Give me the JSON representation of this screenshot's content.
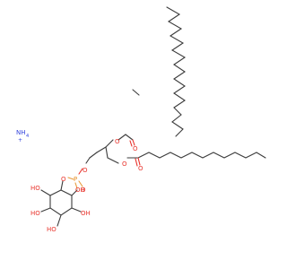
{
  "molecule": {
    "atom_labels": {
      "ammonium": "NH",
      "ammonium_h_sub": "4",
      "ammonium_charge": "+",
      "ester_o_upper": "O",
      "ester_o_lower": "O",
      "carbonyl_o_upper": "O",
      "carbonyl_o_lower": "O",
      "phosphate_o_link": "O",
      "phosphate_o_inositol": "O",
      "phosphorus": "P",
      "phosphate_o_double": "O",
      "phosphate_oh": "OH",
      "hydroxyl_1": "HO",
      "hydroxyl_2": "HO",
      "hydroxyl_3": "HO",
      "hydroxyl_4": "OH",
      "hydroxyl_5": "OH"
    },
    "colors": {
      "carbon": "#3b3b3b",
      "oxygen": "#e8322b",
      "phosphorus": "#e8922b",
      "nitrogen": "#3344dd"
    }
  }
}
